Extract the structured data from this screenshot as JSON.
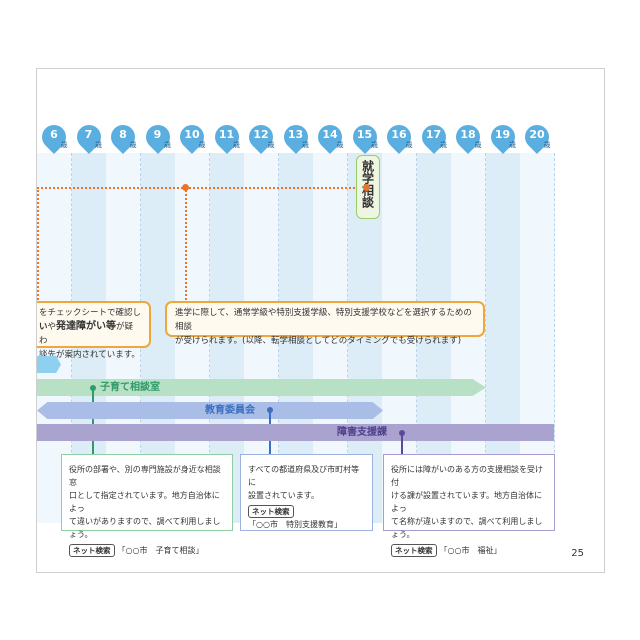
{
  "ages": [
    {
      "num": "6",
      "unit": "歳"
    },
    {
      "num": "7",
      "unit": "歳"
    },
    {
      "num": "8",
      "unit": "歳"
    },
    {
      "num": "9",
      "unit": "歳"
    },
    {
      "num": "10",
      "unit": "歳"
    },
    {
      "num": "11",
      "unit": "歳"
    },
    {
      "num": "12",
      "unit": "歳"
    },
    {
      "num": "13",
      "unit": "歳"
    },
    {
      "num": "14",
      "unit": "歳"
    },
    {
      "num": "15",
      "unit": "歳"
    },
    {
      "num": "16",
      "unit": "歳"
    },
    {
      "num": "17",
      "unit": "歳"
    },
    {
      "num": "18",
      "unit": "歳"
    },
    {
      "num": "19",
      "unit": "歳"
    },
    {
      "num": "20",
      "unit": "歳"
    }
  ],
  "shugaku_label": "就学相談",
  "left_note": {
    "line1": "をチェックシートで確認し",
    "line2_a": "い",
    "line2_b": "や",
    "line2_c": "発達障がい等",
    "line2_d": "が疑わ",
    "line3": "談先が案内されています。"
  },
  "right_note": {
    "line1": "進学に際して、通常学級や特別支援学級、特別支援学校などを選択するための相談",
    "line2": "が受けられます。(以降、転学相談としてどのタイミングでも受けられます)"
  },
  "bands": {
    "kosodate": "子育て相談室",
    "kyoiku": "教育委員会",
    "shogai": "障害支援課"
  },
  "boxes": {
    "kosodate": {
      "line1": "役所の部署や、別の専門施設が身近な相談窓",
      "line2": "口として指定されています。地方自治体によっ",
      "line3": "て違いがありますので、調べて利用しましょう。",
      "net": "ネット検索",
      "search": "「○○市　子育て相談」"
    },
    "kyoiku": {
      "line1": "すべての都道府県及び市町村等に",
      "line2": "設置されています。",
      "net": "ネット検索",
      "search": "「○○市　特別支援教育」"
    },
    "shogai": {
      "line1": "役所には障がいのある方の支援相談を受け付",
      "line2": "ける課が設置されています。地方自治体によっ",
      "line3": "て名称が違いますので、調べて利用しましょう。",
      "net": "ネット検索",
      "search": "「○○市　福祉」"
    }
  },
  "page_number": "25",
  "colors": {
    "marker_blue": "#5aaee0",
    "accent_orange": "#e9742a",
    "green": "#2f9a6a",
    "blue": "#3b6fc2",
    "purple": "#5b4a9a"
  }
}
